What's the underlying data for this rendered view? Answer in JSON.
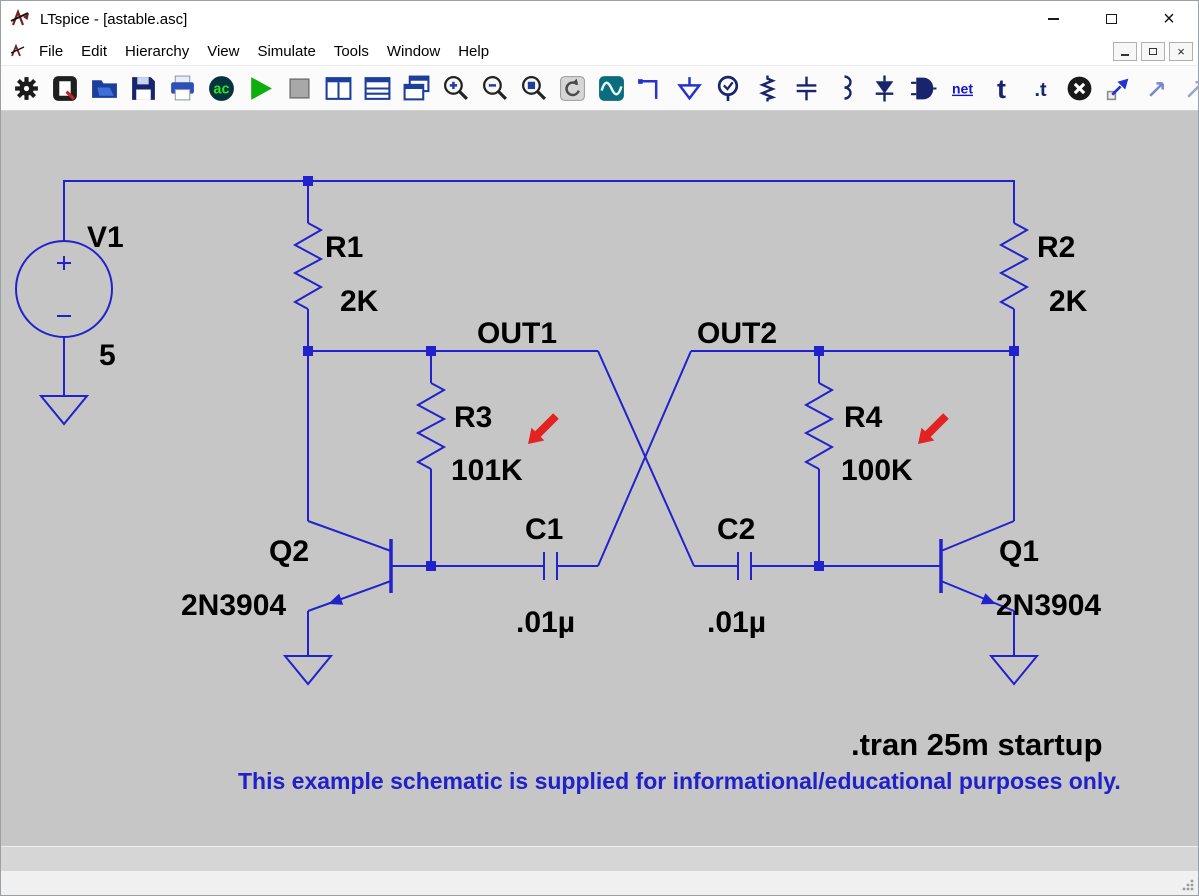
{
  "window": {
    "title": "LTspice - [astable.asc]",
    "controls": [
      "minimize",
      "maximize",
      "close"
    ],
    "close_glyph": "×"
  },
  "menu": {
    "items": [
      "File",
      "Edit",
      "Hierarchy",
      "View",
      "Simulate",
      "Tools",
      "Window",
      "Help"
    ],
    "mdi_controls": [
      "minimize",
      "restore",
      "close"
    ]
  },
  "toolbar": {
    "buttons": [
      "control-panel",
      "new-schematic",
      "open",
      "save",
      "print",
      "ac-analysis",
      "run",
      "halt",
      "tile-vertical",
      "tile-horizontal",
      "cascade-windows",
      "zoom-in",
      "zoom-out",
      "zoom-fit",
      "pan",
      "waveform",
      "wire",
      "ground",
      "label-net",
      "resistor",
      "capacitor",
      "inductor",
      "diode",
      "component",
      "netlist",
      "text",
      "spice-directive",
      "cancel",
      "copy",
      "move",
      "drag"
    ],
    "ac_label": "ac",
    "netlist_label": "net",
    "text_label": "t",
    "directive_label": ".t"
  },
  "schematic": {
    "components": {
      "v1": {
        "ref": "V1",
        "value": "5"
      },
      "r1": {
        "ref": "R1",
        "value": "2K"
      },
      "r2": {
        "ref": "R2",
        "value": "2K"
      },
      "r3": {
        "ref": "R3",
        "value": "101K"
      },
      "r4": {
        "ref": "R4",
        "value": "100K"
      },
      "c1": {
        "ref": "C1",
        "value": ".01µ"
      },
      "c2": {
        "ref": "C2",
        "value": ".01µ"
      },
      "q1": {
        "ref": "Q1",
        "value": "2N3904"
      },
      "q2": {
        "ref": "Q2",
        "value": "2N3904"
      }
    },
    "nets": {
      "out1": "OUT1",
      "out2": "OUT2"
    },
    "directive": ".tran 25m startup",
    "note": "This example schematic is supplied for informational/educational purposes only.",
    "colors": {
      "wire": "#2222cc",
      "background": "#c6c6c6",
      "label": "#000000",
      "note": "#2121cc",
      "marker": "#e32222"
    }
  },
  "status": {
    "text": ""
  }
}
